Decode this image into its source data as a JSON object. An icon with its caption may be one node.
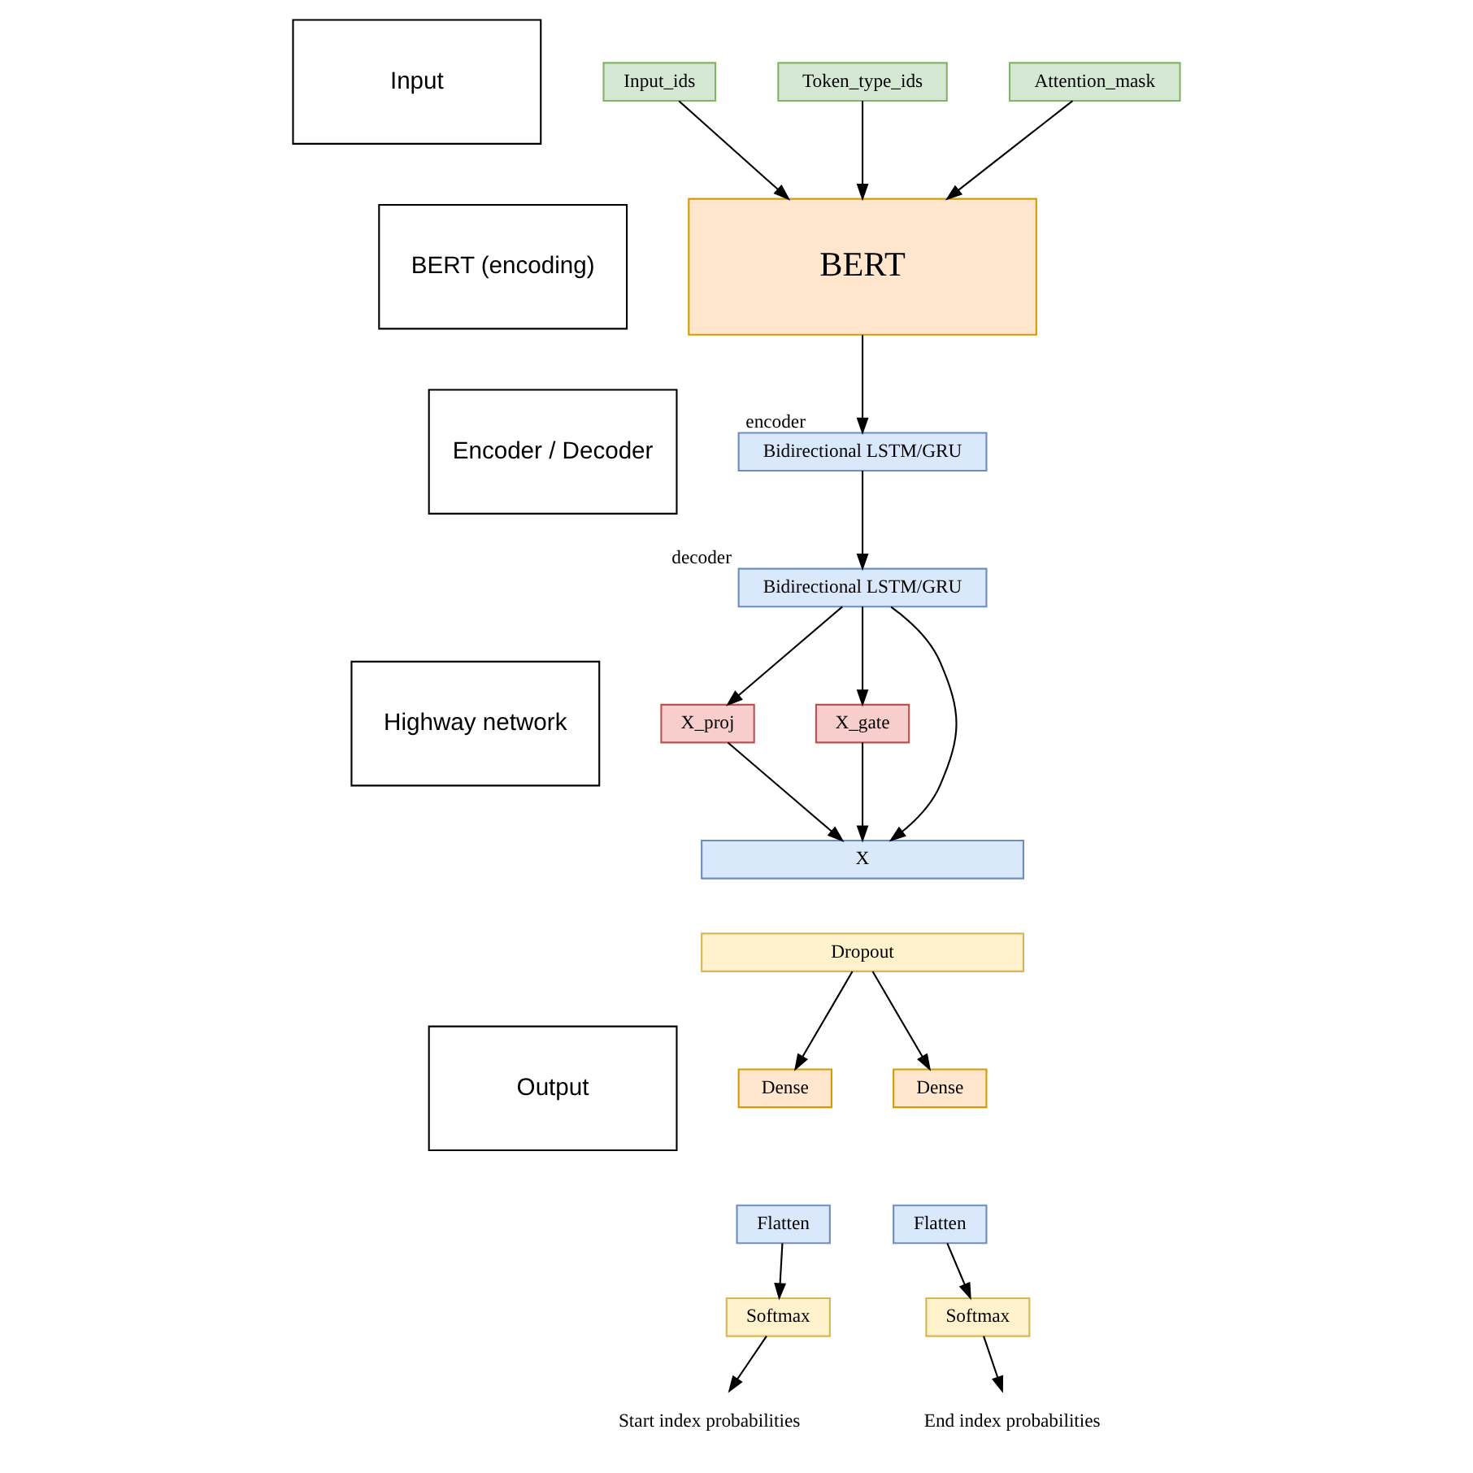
{
  "diagram": {
    "nodes": [
      {
        "text": [
          "Input"
        ]
      },
      {
        "text": [
          "BERT (encoding)"
        ]
      },
      {
        "text": [
          "Encoder / Decoder"
        ]
      },
      {
        "text": [
          "Highway network"
        ]
      },
      {
        "text": [
          "Output"
        ]
      },
      {
        "text": [
          "Input_ids"
        ]
      },
      {
        "text": [
          "Token_type_ids"
        ]
      },
      {
        "text": [
          "Attention_mask"
        ]
      },
      {
        "text": [
          "BERT"
        ]
      },
      {
        "text": [
          "Bidirectional LSTM/GRU"
        ],
        "beside": [
          "encoder"
        ]
      },
      {
        "text": [
          "Bidirectional LSTM/GRU"
        ],
        "beside": [
          "decoder"
        ]
      },
      {
        "text": [
          "X_proj"
        ]
      },
      {
        "text": [
          "X_gate"
        ]
      },
      {
        "text": [
          "X"
        ]
      },
      {
        "text": [
          "Dropout"
        ]
      },
      {
        "text": [
          "Dense"
        ]
      },
      {
        "text": [
          "Flatten"
        ]
      },
      {
        "text": [
          "Dense"
        ]
      },
      {
        "text": [
          "Flatten"
        ]
      },
      {
        "text": [
          "Softmax"
        ]
      },
      {
        "text": [
          "Softmax"
        ]
      },
      {
        "text": [
          "Start index probabilities"
        ]
      },
      {
        "text": [
          "End index probabilities"
        ]
      }
    ],
    "edges": [
      {
        "from": 5,
        "to": 8,
        "arrow": "to"
      },
      {
        "from": 6,
        "to": 8,
        "arrow": "to"
      },
      {
        "from": 7,
        "to": 8,
        "arrow": "to"
      },
      {
        "from": 8,
        "to": 9,
        "arrow": "to"
      },
      {
        "from": 9,
        "to": 10,
        "arrow": "to"
      },
      {
        "from": 10,
        "to": 11,
        "arrow": "to"
      },
      {
        "from": 10,
        "to": 13,
        "arrow": "to"
      },
      {
        "from": 10,
        "to": 12,
        "arrow": "to"
      },
      {
        "from": 11,
        "to": 13,
        "arrow": "to"
      },
      {
        "from": 12,
        "to": 13,
        "arrow": "to"
      },
      {
        "from": 14,
        "to": 15,
        "arrow": "to"
      },
      {
        "from": 14,
        "to": 17,
        "arrow": "to"
      },
      {
        "from": 16,
        "to": 19,
        "arrow": "to"
      },
      {
        "from": 18,
        "to": 20,
        "arrow": "to"
      },
      {
        "from": 19,
        "to": 21,
        "arrow": "to"
      },
      {
        "from": 20,
        "to": 22,
        "arrow": "to"
      }
    ]
  }
}
